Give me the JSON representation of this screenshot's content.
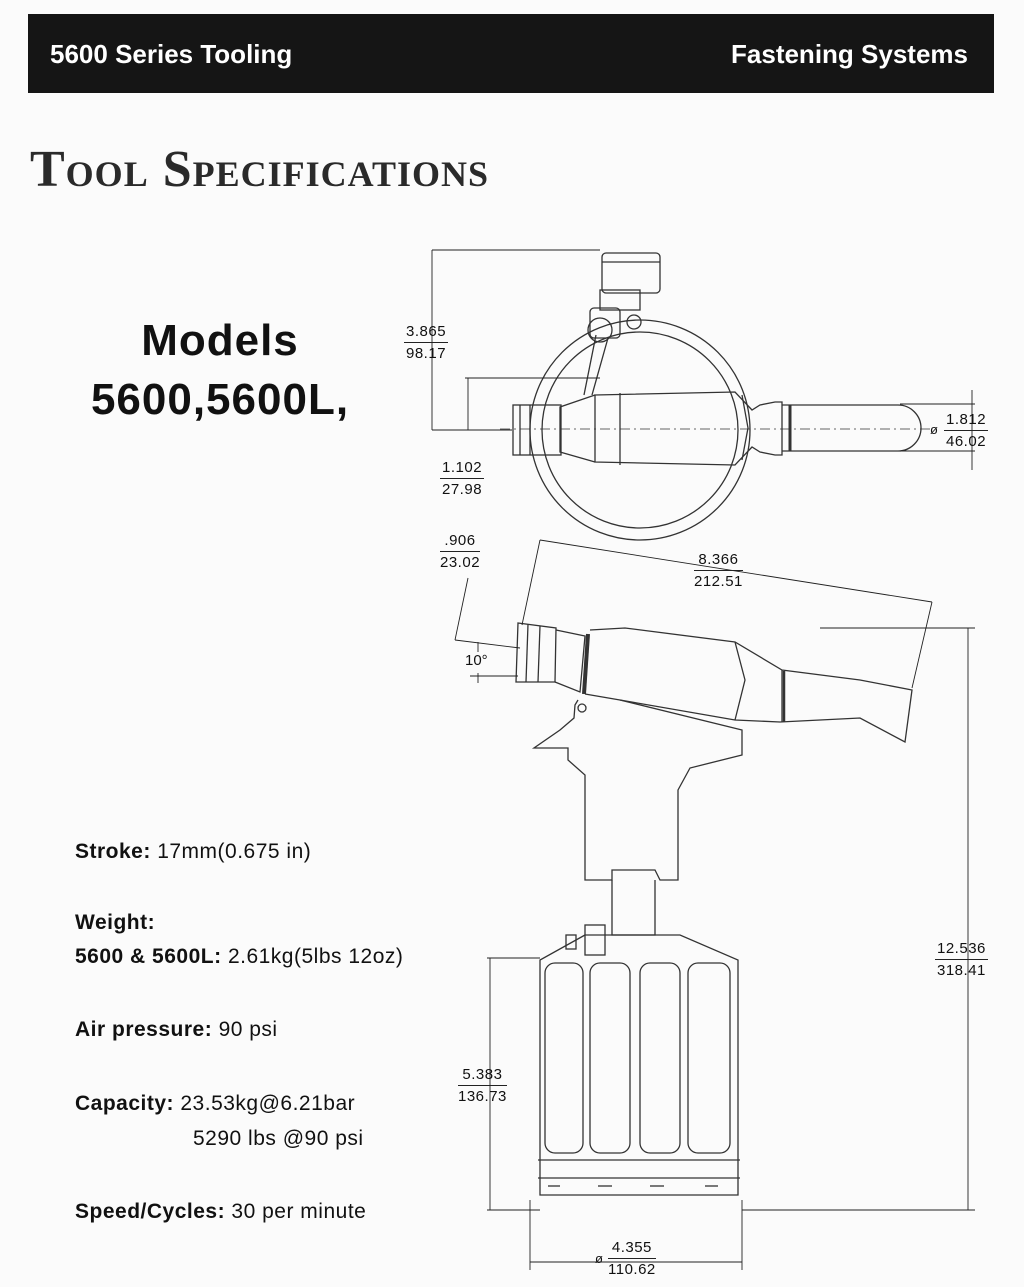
{
  "header": {
    "left_title": "5600 Series Tooling",
    "right_title": "Fastening Systems"
  },
  "page_title": "Tool Specifications",
  "models": {
    "label": "Models",
    "value": "5600,5600L,"
  },
  "specs": {
    "stroke": {
      "label": "Stroke:",
      "value": "17mm(0.675 in)"
    },
    "weight": {
      "label": "Weight:"
    },
    "weight_model": {
      "label": "5600 & 5600L:",
      "value": "2.61kg(5lbs 12oz)"
    },
    "air_pressure": {
      "label": "Air pressure:",
      "value": "90 psi"
    },
    "capacity": {
      "label": "Capacity:",
      "value_1": "23.53kg@6.21bar",
      "value_2": "5290 lbs @90 psi"
    },
    "speed": {
      "label": "Speed/Cycles:",
      "value": "30 per minute"
    }
  },
  "dimensions": {
    "head_height": {
      "in": "3.865",
      "mm": "98.17"
    },
    "nose_offset": {
      "in": "1.102",
      "mm": "27.98"
    },
    "body_diameter": {
      "symbol": "ø",
      "in": "1.812",
      "mm": "46.02"
    },
    "nose_length": {
      "in": ".906",
      "mm": "23.02"
    },
    "body_length": {
      "in": "8.366",
      "mm": "212.51"
    },
    "angle": "10°",
    "overall_height": {
      "in": "12.536",
      "mm": "318.41"
    },
    "base_height": {
      "in": "5.383",
      "mm": "136.73"
    },
    "base_diameter": {
      "symbol": "ø",
      "in": "4.355",
      "mm": "110.62"
    }
  }
}
